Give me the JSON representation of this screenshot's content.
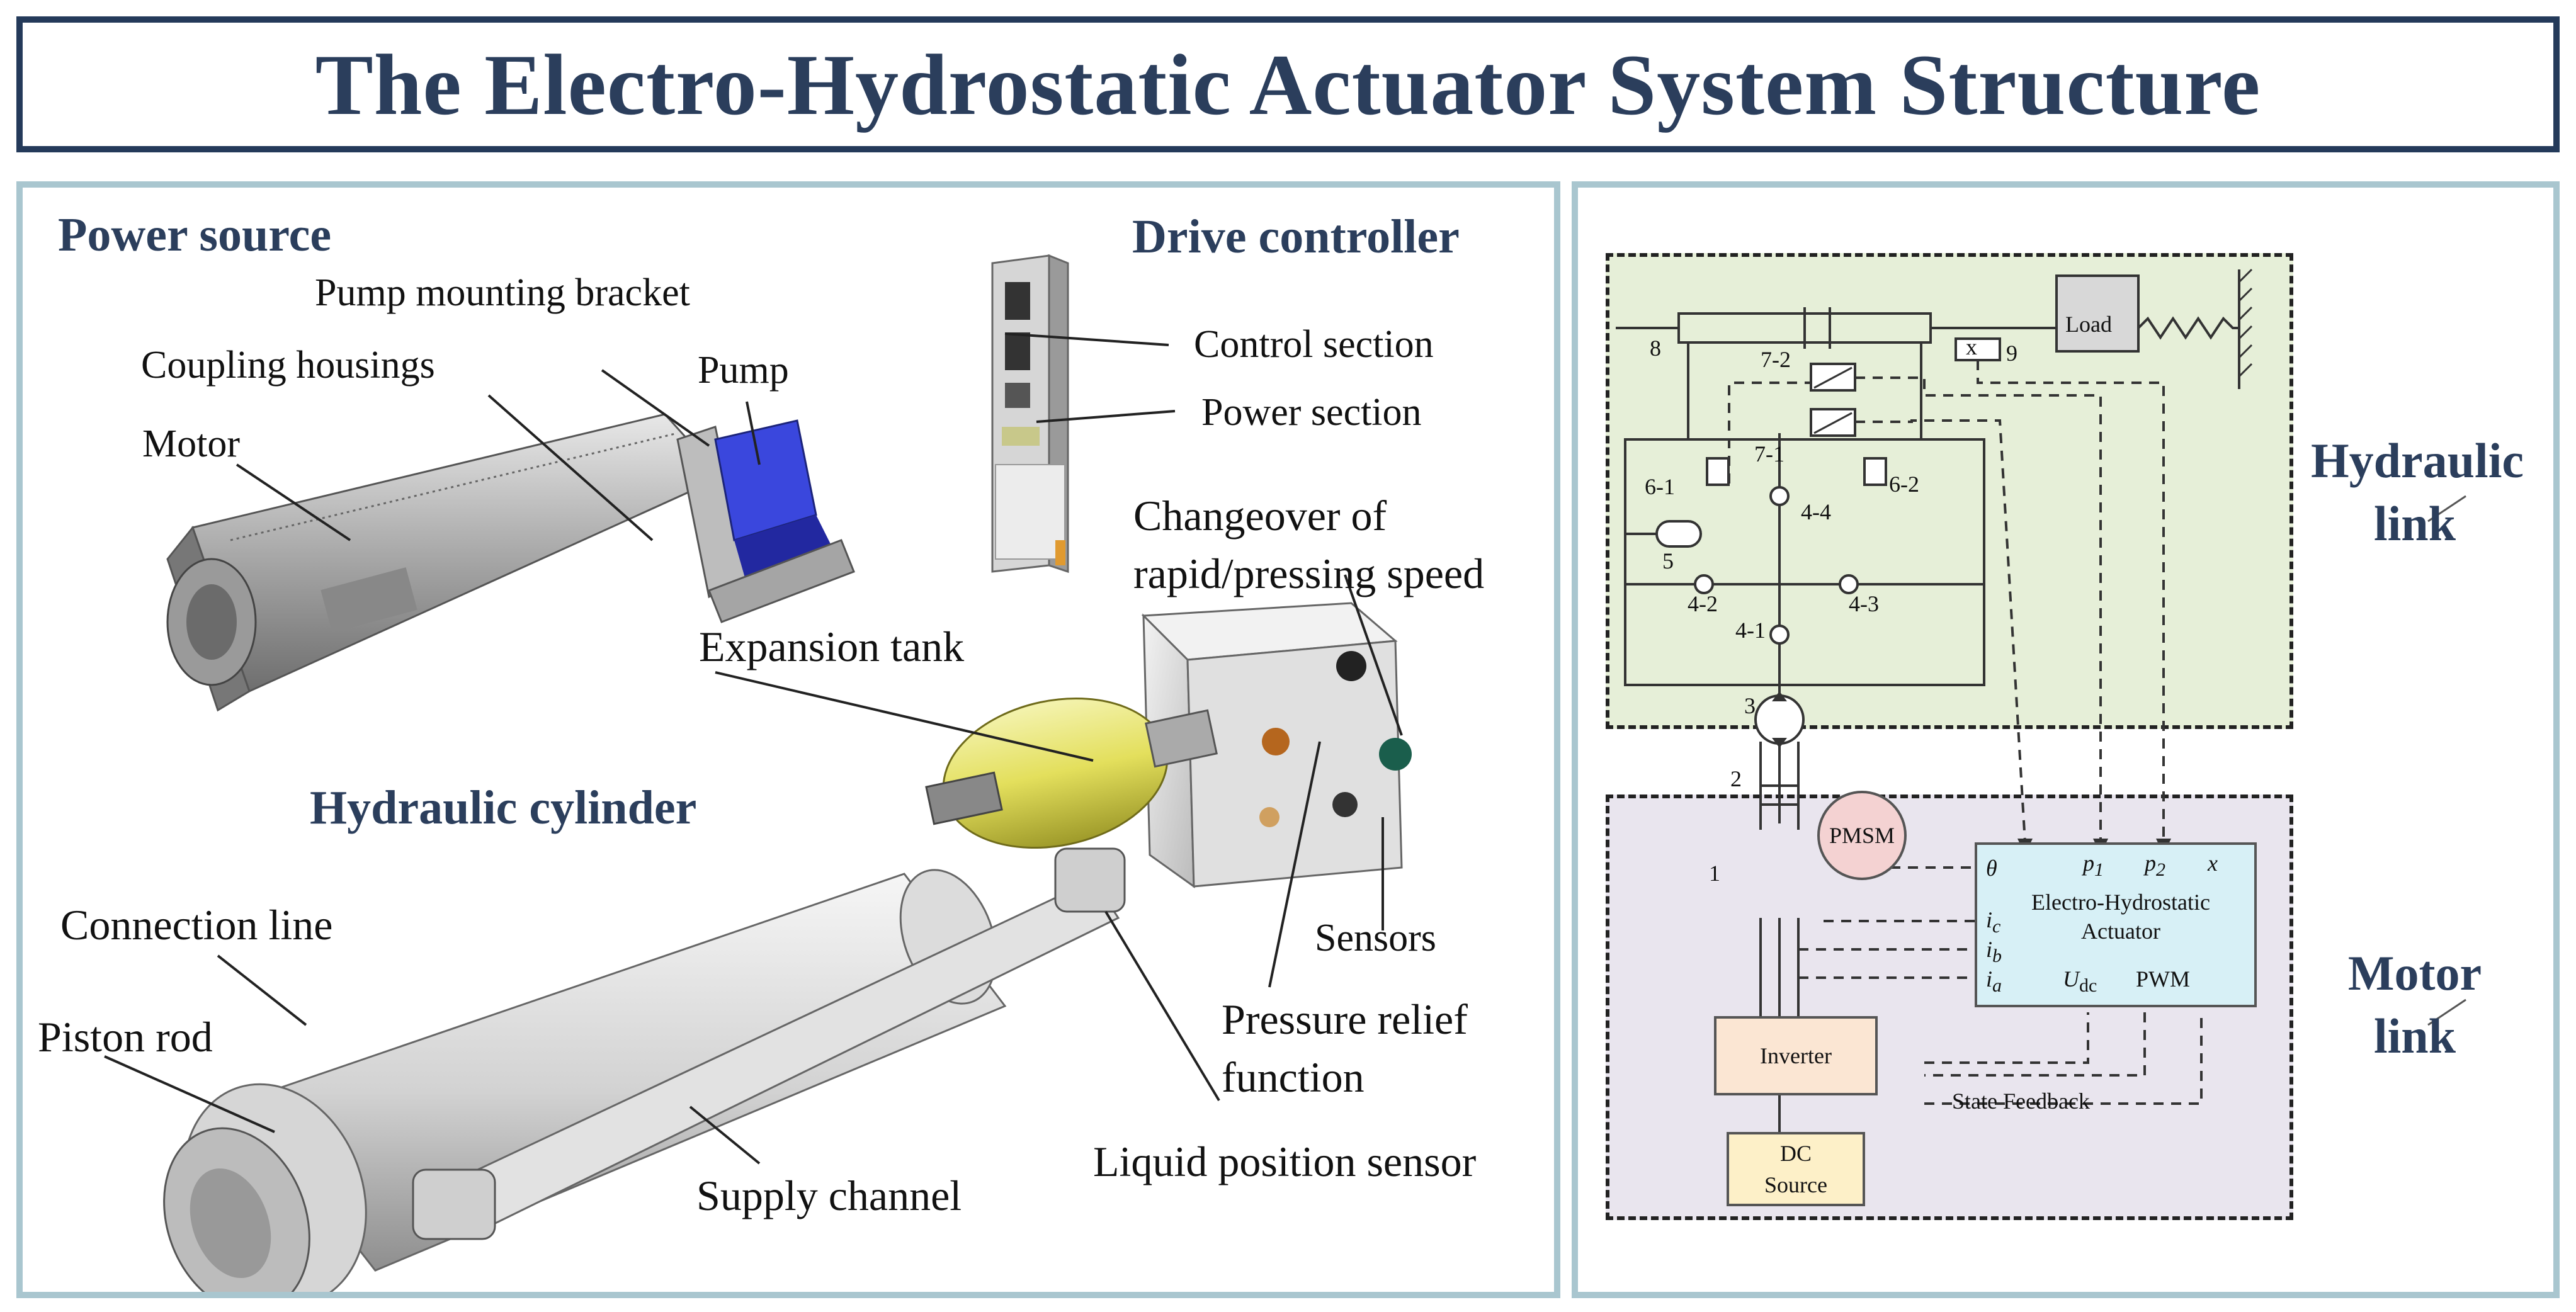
{
  "title": "The Electro-Hydrostatic Actuator System Structure",
  "left_panel": {
    "headings": {
      "power_source": "Power source",
      "drive_controller": "Drive controller",
      "hydraulic_cylinder": "Hydraulic cylinder"
    },
    "labels": {
      "pump_mounting_bracket": "Pump mounting bracket",
      "coupling_housings": "Coupling housings",
      "pump": "Pump",
      "motor": "Motor",
      "control_section": "Control section",
      "power_section": "Power section",
      "changeover_line1": "Changeover of",
      "changeover_line2": "rapid/pressing speed",
      "expansion_tank": "Expansion tank",
      "sensors": "Sensors",
      "pressure_relief_line1": "Pressure relief",
      "pressure_relief_line2": "function",
      "connection_line": "Connection line",
      "piston_rod": "Piston rod",
      "supply_channel": "Supply channel",
      "liquid_position_sensor": "Liquid position sensor"
    }
  },
  "right_panel": {
    "hydraulic_link_line1": "Hydraulic",
    "hydraulic_link_line2": "link",
    "motor_link_line1": "Motor",
    "motor_link_line2": "link",
    "schematic": {
      "load": "Load",
      "x_sensor": "x",
      "n8": "8",
      "n9": "9",
      "n7_2": "7-2",
      "n7_1": "7-1",
      "n6_1": "6-1",
      "n6_2": "6-2",
      "n4_4": "4-4",
      "n5": "5",
      "n4_2": "4-2",
      "n4_3": "4-3",
      "n4_1": "4-1",
      "n3": "3",
      "n2": "2",
      "n1": "1",
      "pmsm": "PMSM",
      "theta": "θ",
      "p1": "p",
      "p1_sub": "1",
      "p2": "p",
      "p2_sub": "2",
      "x_in": "x",
      "eha_line1": "Electro-Hydrostatic",
      "eha_line2": "Actuator",
      "ic": "i",
      "ic_sub": "c",
      "ib": "i",
      "ib_sub": "b",
      "ia": "i",
      "ia_sub": "a",
      "udc": "U",
      "udc_sub": "dc",
      "pwm": "PWM",
      "inverter": "Inverter",
      "state_feedback": "State Feedback",
      "dc_line1": "DC",
      "dc_line2": "Source"
    }
  },
  "colors": {
    "title_border": "#243a5a",
    "heading": "#2b3e5c",
    "panel_border": "#a9c6cf",
    "hydraulic_bg": "#e6efd8",
    "motor_bg": "#e9e5ee",
    "eha_box": "#d7f0f6",
    "inverter_box": "#fbe6d3",
    "dc_box": "#fdf0c8",
    "pmsm_fill": "#f4d2d2",
    "load_fill": "#d8d8d8",
    "pump_blue": "#2f3fd6",
    "tank_yellow": "#e6e36a"
  }
}
